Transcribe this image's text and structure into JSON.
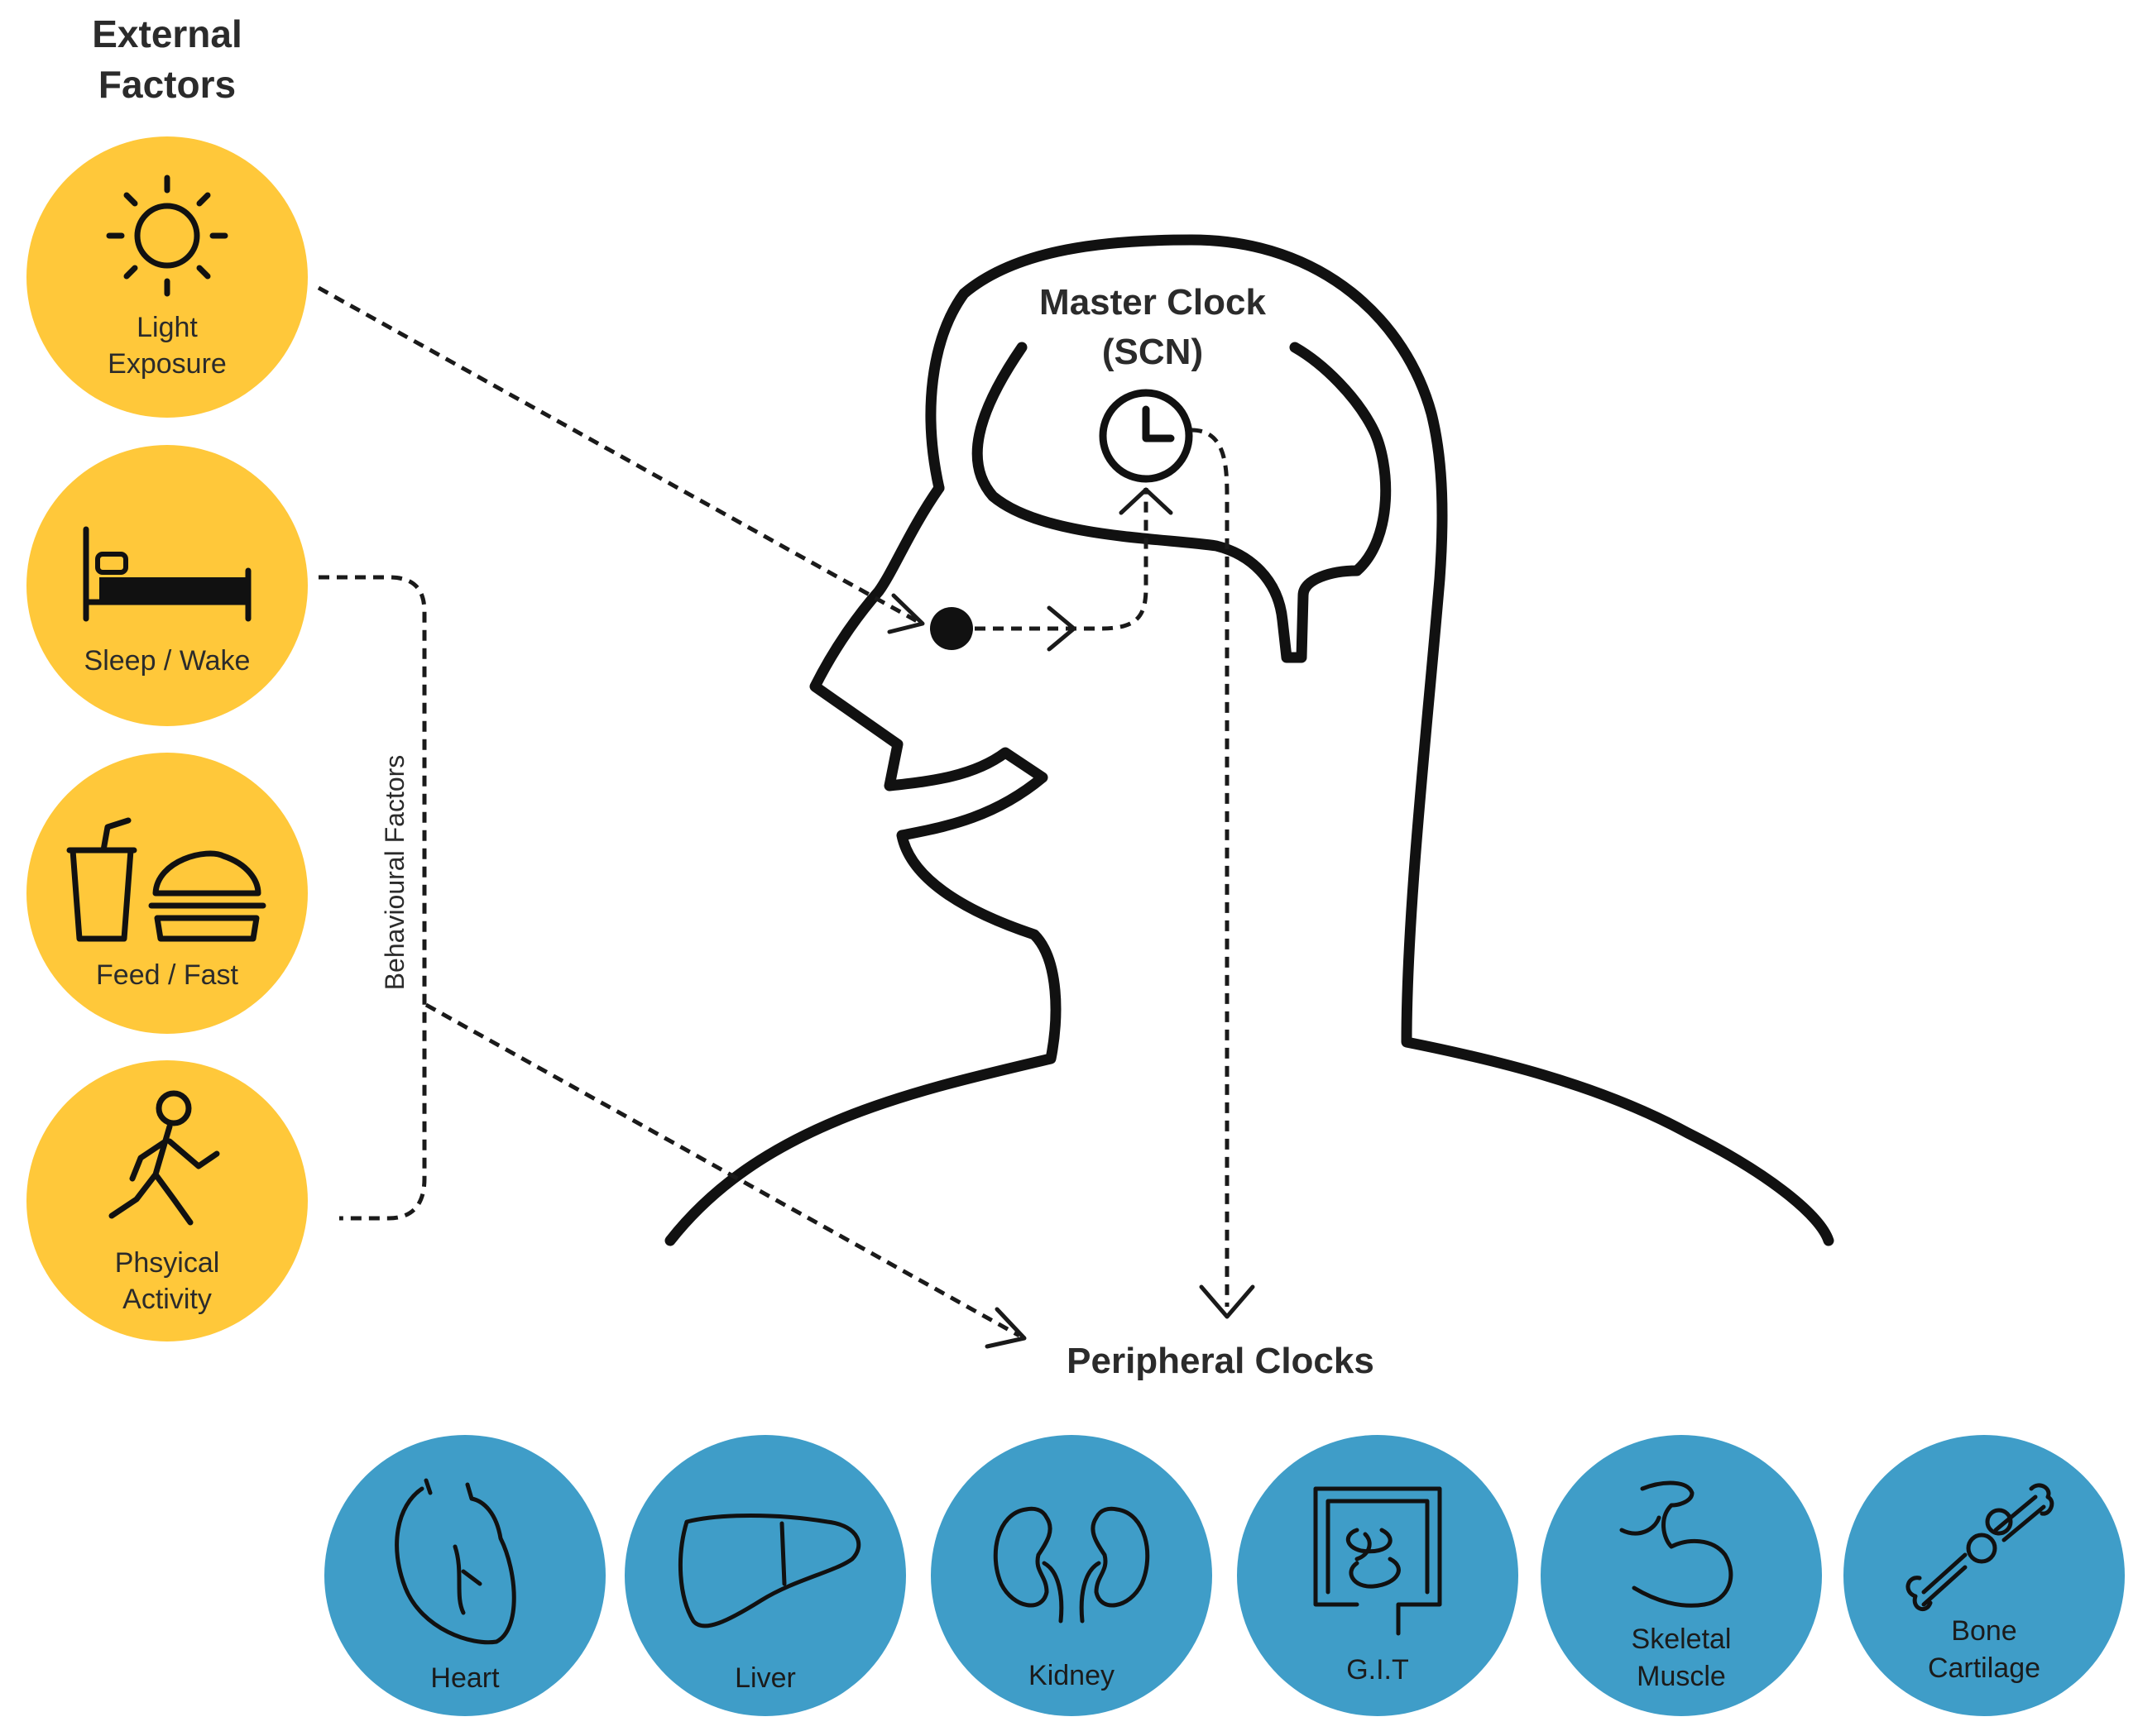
{
  "external_factors": {
    "title_line1": "External",
    "title_line2": "Factors",
    "color": "#FFC83A",
    "items": [
      {
        "icon": "sun-icon",
        "label_line1": "Light",
        "label_line2": "Exposure"
      },
      {
        "icon": "bed-icon",
        "label_line1": "Sleep / Wake",
        "label_line2": ""
      },
      {
        "icon": "food-icon",
        "label_line1": "Feed / Fast",
        "label_line2": ""
      },
      {
        "icon": "walking-person-icon",
        "label_line1": "Phsyical",
        "label_line2": "Activity"
      }
    ]
  },
  "behavioural_factors": {
    "label": "Behavioural Factors"
  },
  "master_clock": {
    "line1": "Master Clock",
    "line2": "(SCN)",
    "icon": "clock-icon"
  },
  "peripheral_clocks": {
    "title": "Peripheral Clocks",
    "color": "#3F9DC8",
    "items": [
      {
        "icon": "heart-icon",
        "label_line1": "Heart",
        "label_line2": ""
      },
      {
        "icon": "liver-icon",
        "label_line1": "Liver",
        "label_line2": ""
      },
      {
        "icon": "kidney-icon",
        "label_line1": "Kidney",
        "label_line2": ""
      },
      {
        "icon": "intestine-icon",
        "label_line1": "G.I.T",
        "label_line2": ""
      },
      {
        "icon": "muscle-icon",
        "label_line1": "Skeletal",
        "label_line2": "Muscle"
      },
      {
        "icon": "bone-icon",
        "label_line1": "Bone",
        "label_line2": "Cartilage"
      }
    ]
  }
}
